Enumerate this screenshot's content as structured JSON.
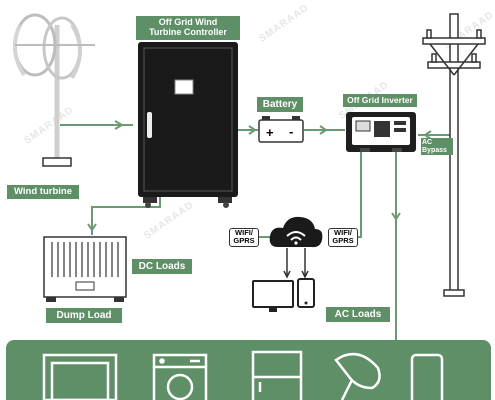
{
  "labels": {
    "controller_line1": "Off Grid Wind",
    "controller_line2": "Turbine Controller",
    "battery": "Battery",
    "inverter": "Off Grid Inverter",
    "wind_turbine": "Wind turbine",
    "dc_loads": "DC Loads",
    "dump_load": "Dump Load",
    "ac_loads": "AC Loads",
    "ac_bypass_line1": "AC",
    "ac_bypass_line2": "Bypass",
    "wifi_left_line1": "WIFI/",
    "wifi_left_line2": "GPRS",
    "wifi_right_line1": "WIFI/",
    "wifi_right_line2": "GPRS",
    "battery_plus": "+",
    "battery_minus": "-",
    "watermark": "SMARAAD"
  },
  "colors": {
    "accent_green": "#5e8f66",
    "line_green": "#6a9a72",
    "controller_black": "#1a1a1a",
    "panel_green": "#5e8f66"
  },
  "icons": [
    "wind-turbine-icon",
    "controller-cabinet-icon",
    "battery-icon",
    "inverter-icon",
    "utility-pole-icon",
    "dump-load-icon",
    "cloud-wifi-icon",
    "monitor-icon",
    "phone-icon",
    "laptop-icon",
    "washing-machine-icon",
    "fridge-icon",
    "hair-dryer-icon",
    "smartphone-icon"
  ]
}
